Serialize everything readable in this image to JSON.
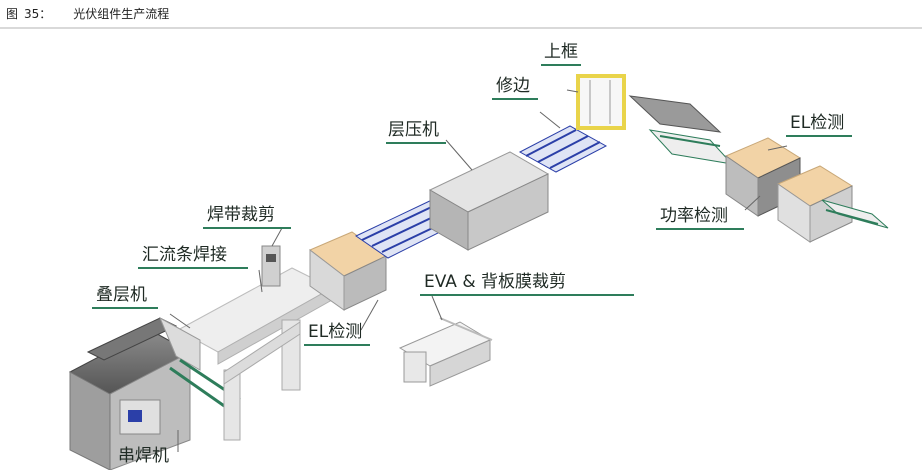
{
  "caption": {
    "figure_label": "图",
    "figure_number": "35：",
    "title": "光伏组件生产流程"
  },
  "labels": {
    "shangkuang": "上框",
    "xiubian": "修边",
    "cengyaji": "层压机",
    "el_top": "EL检测",
    "gonglv": "功率检测",
    "handai": "焊带裁剪",
    "huiliu": "汇流条焊接",
    "eva": "EVA & 背板膜裁剪",
    "el_mid": "EL检测",
    "diecengji": "叠层机",
    "chuanhanji": "串焊机"
  },
  "colors": {
    "accent": "#2e7d5b",
    "glass": "#2b3fa8",
    "panel": "#f2d3a6",
    "frame": "#e9d44a"
  }
}
